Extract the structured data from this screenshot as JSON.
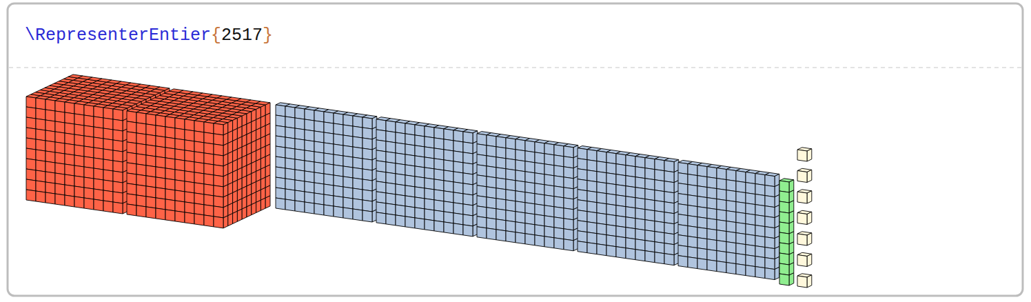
{
  "diagram": {
    "labels": [
      "\\RepresenterEntier",
      "{",
      "2517",
      "}"
    ]
  }
}
